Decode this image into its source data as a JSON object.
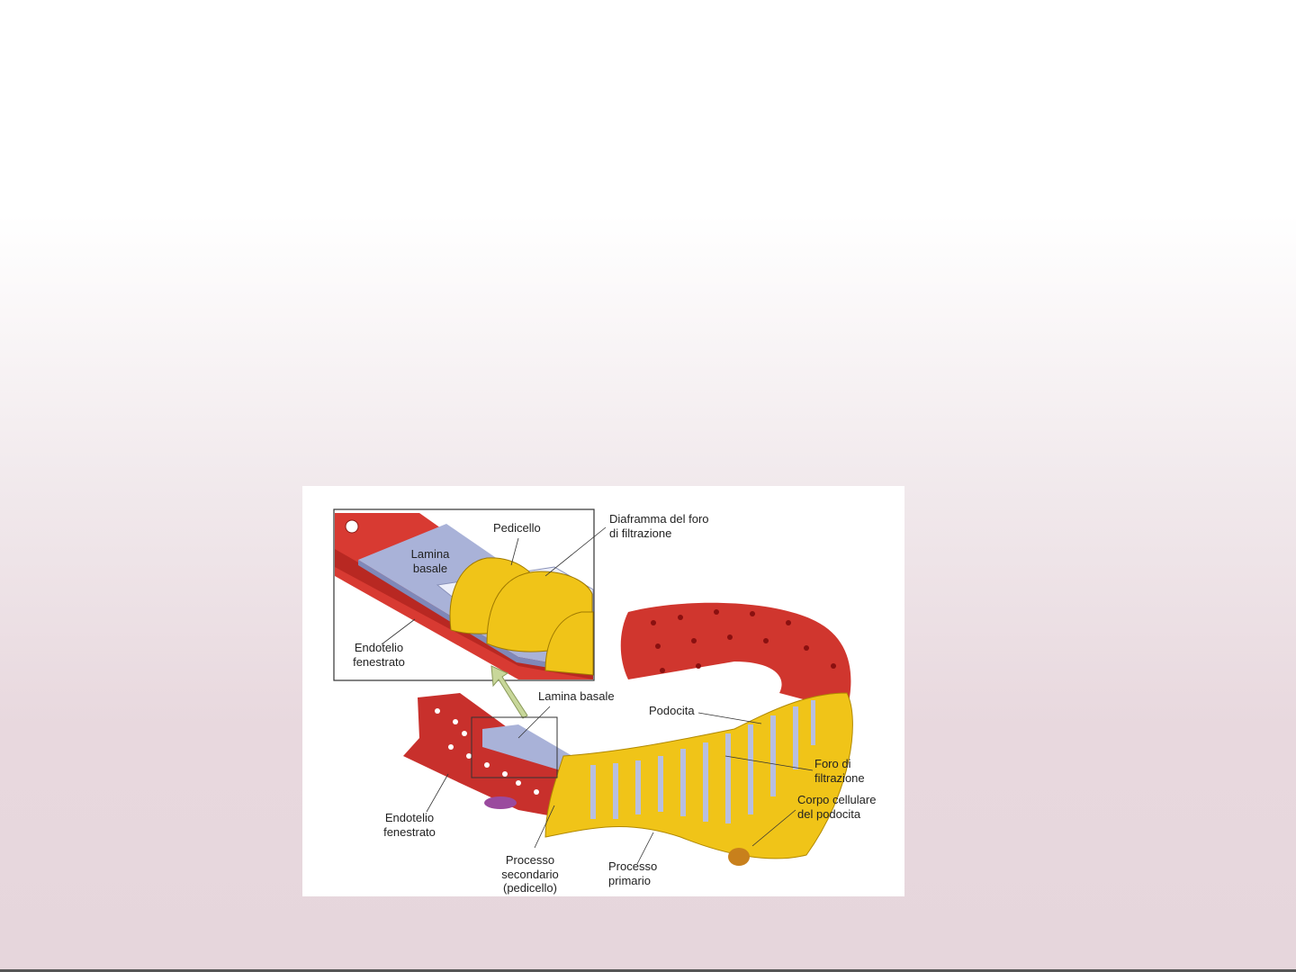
{
  "figure": {
    "labels": {
      "pedicello_inset": "Pedicello",
      "lamina_basale_inset_1": "Lamina",
      "lamina_basale_inset_2": "basale",
      "diaframma_1": "Diaframma del foro",
      "diaframma_2": "di filtrazione",
      "endotelio_inset_1": "Endotelio",
      "endotelio_inset_2": "fenestrato",
      "lamina_basale": "Lamina basale",
      "podocita": "Podocita",
      "foro_1": "Foro di",
      "foro_2": "filtrazione",
      "corpo_1": "Corpo cellulare",
      "corpo_2": "del podocita",
      "endotelio_1": "Endotelio",
      "endotelio_2": "fenestrato",
      "processo_sec_1": "Processo",
      "processo_sec_2": "secondario",
      "processo_sec_3": "(pedicello)",
      "processo_pri_1": "Processo",
      "processo_pri_2": "primario"
    },
    "colors": {
      "red": "#c8302c",
      "yellow": "#f0c418",
      "lamina": "#a9b2d8"
    }
  }
}
